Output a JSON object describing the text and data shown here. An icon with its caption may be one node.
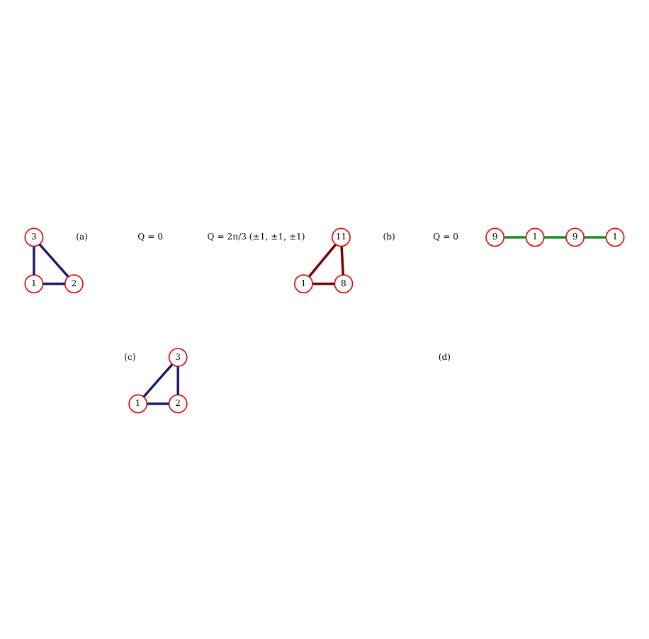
{
  "diagram": {
    "nodes": [
      {
        "text": [
          "3"
        ]
      },
      {
        "text": [
          "1"
        ]
      },
      {
        "text": [
          "2"
        ]
      },
      {
        "text": [
          "11"
        ]
      },
      {
        "text": [
          "1"
        ]
      },
      {
        "text": [
          "8"
        ]
      },
      {
        "text": [
          "3"
        ]
      },
      {
        "text": [
          "1"
        ]
      },
      {
        "text": [
          "2"
        ]
      },
      {
        "text": [
          "1"
        ]
      },
      {
        "text": [
          "9"
        ]
      },
      {
        "text": [
          "1"
        ]
      },
      {
        "text": [
          "9"
        ]
      }
    ],
    "edges": [
      {
        "from": 0,
        "to": 1,
        "arrow": "none"
      },
      {
        "from": 0,
        "to": 2,
        "arrow": "none"
      },
      {
        "from": 1,
        "to": 2,
        "arrow": "none"
      },
      {
        "from": 3,
        "to": 4,
        "arrow": "none",
        "color": "#7a0000"
      },
      {
        "from": 3,
        "to": 5,
        "arrow": "none",
        "color": "#7a0000"
      },
      {
        "from": 4,
        "to": 5,
        "arrow": "none",
        "color": "#7a0000"
      },
      {
        "from": 6,
        "to": 7,
        "arrow": "none"
      },
      {
        "from": 6,
        "to": 8,
        "arrow": "none"
      },
      {
        "from": 7,
        "to": 8,
        "arrow": "none"
      },
      {
        "from": 9,
        "to": 10,
        "arrow": "none",
        "color": "#1a8a1a"
      },
      {
        "from": 10,
        "to": 11,
        "arrow": "none",
        "color": "#1a8a1a"
      },
      {
        "from": 11,
        "to": 12,
        "arrow": "none",
        "color": "#1a8a1a"
      }
    ],
    "labels": [
      "(a)",
      "(b)",
      "Q = 2π/3 (±1, ±1, ±1)",
      "(c)",
      "Q = 0",
      "(d)",
      "Q = 0"
    ]
  }
}
